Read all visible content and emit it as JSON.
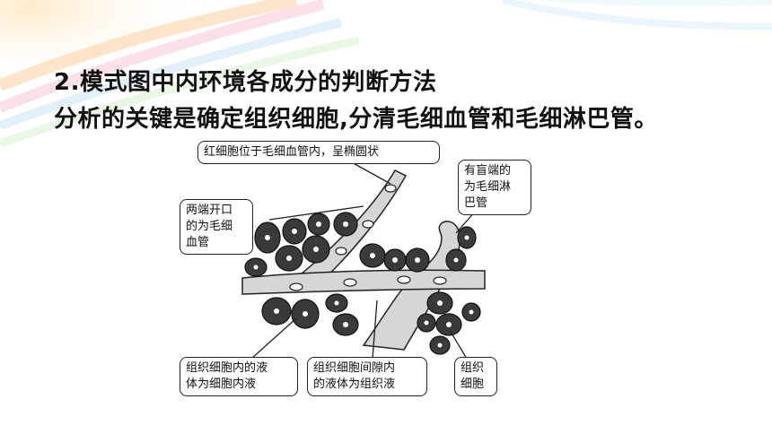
{
  "heading": "2.模式图中内环境各成分的判断方法",
  "subheading": "分析的关键是确定组织细胞,分清毛细血管和毛细淋巴管。",
  "labels": {
    "red_cell": "红细胞位于毛细血管内，呈椭圆状",
    "open_ends": [
      "两端开口",
      "的为毛细",
      "血管"
    ],
    "blind_end": [
      "有盲端的",
      "为毛细淋",
      "巴管"
    ],
    "intracellular": [
      "组织细胞内的液",
      "体为细胞内液"
    ],
    "interstitial": [
      "组织细胞间隙内",
      "的液体为组织液"
    ],
    "tissue_cell": [
      "组织",
      "细胞"
    ]
  },
  "colors": {
    "cell_fill": "#3a3a3a",
    "vessel_fill": "#d6d6d6",
    "outline": "#222222"
  }
}
